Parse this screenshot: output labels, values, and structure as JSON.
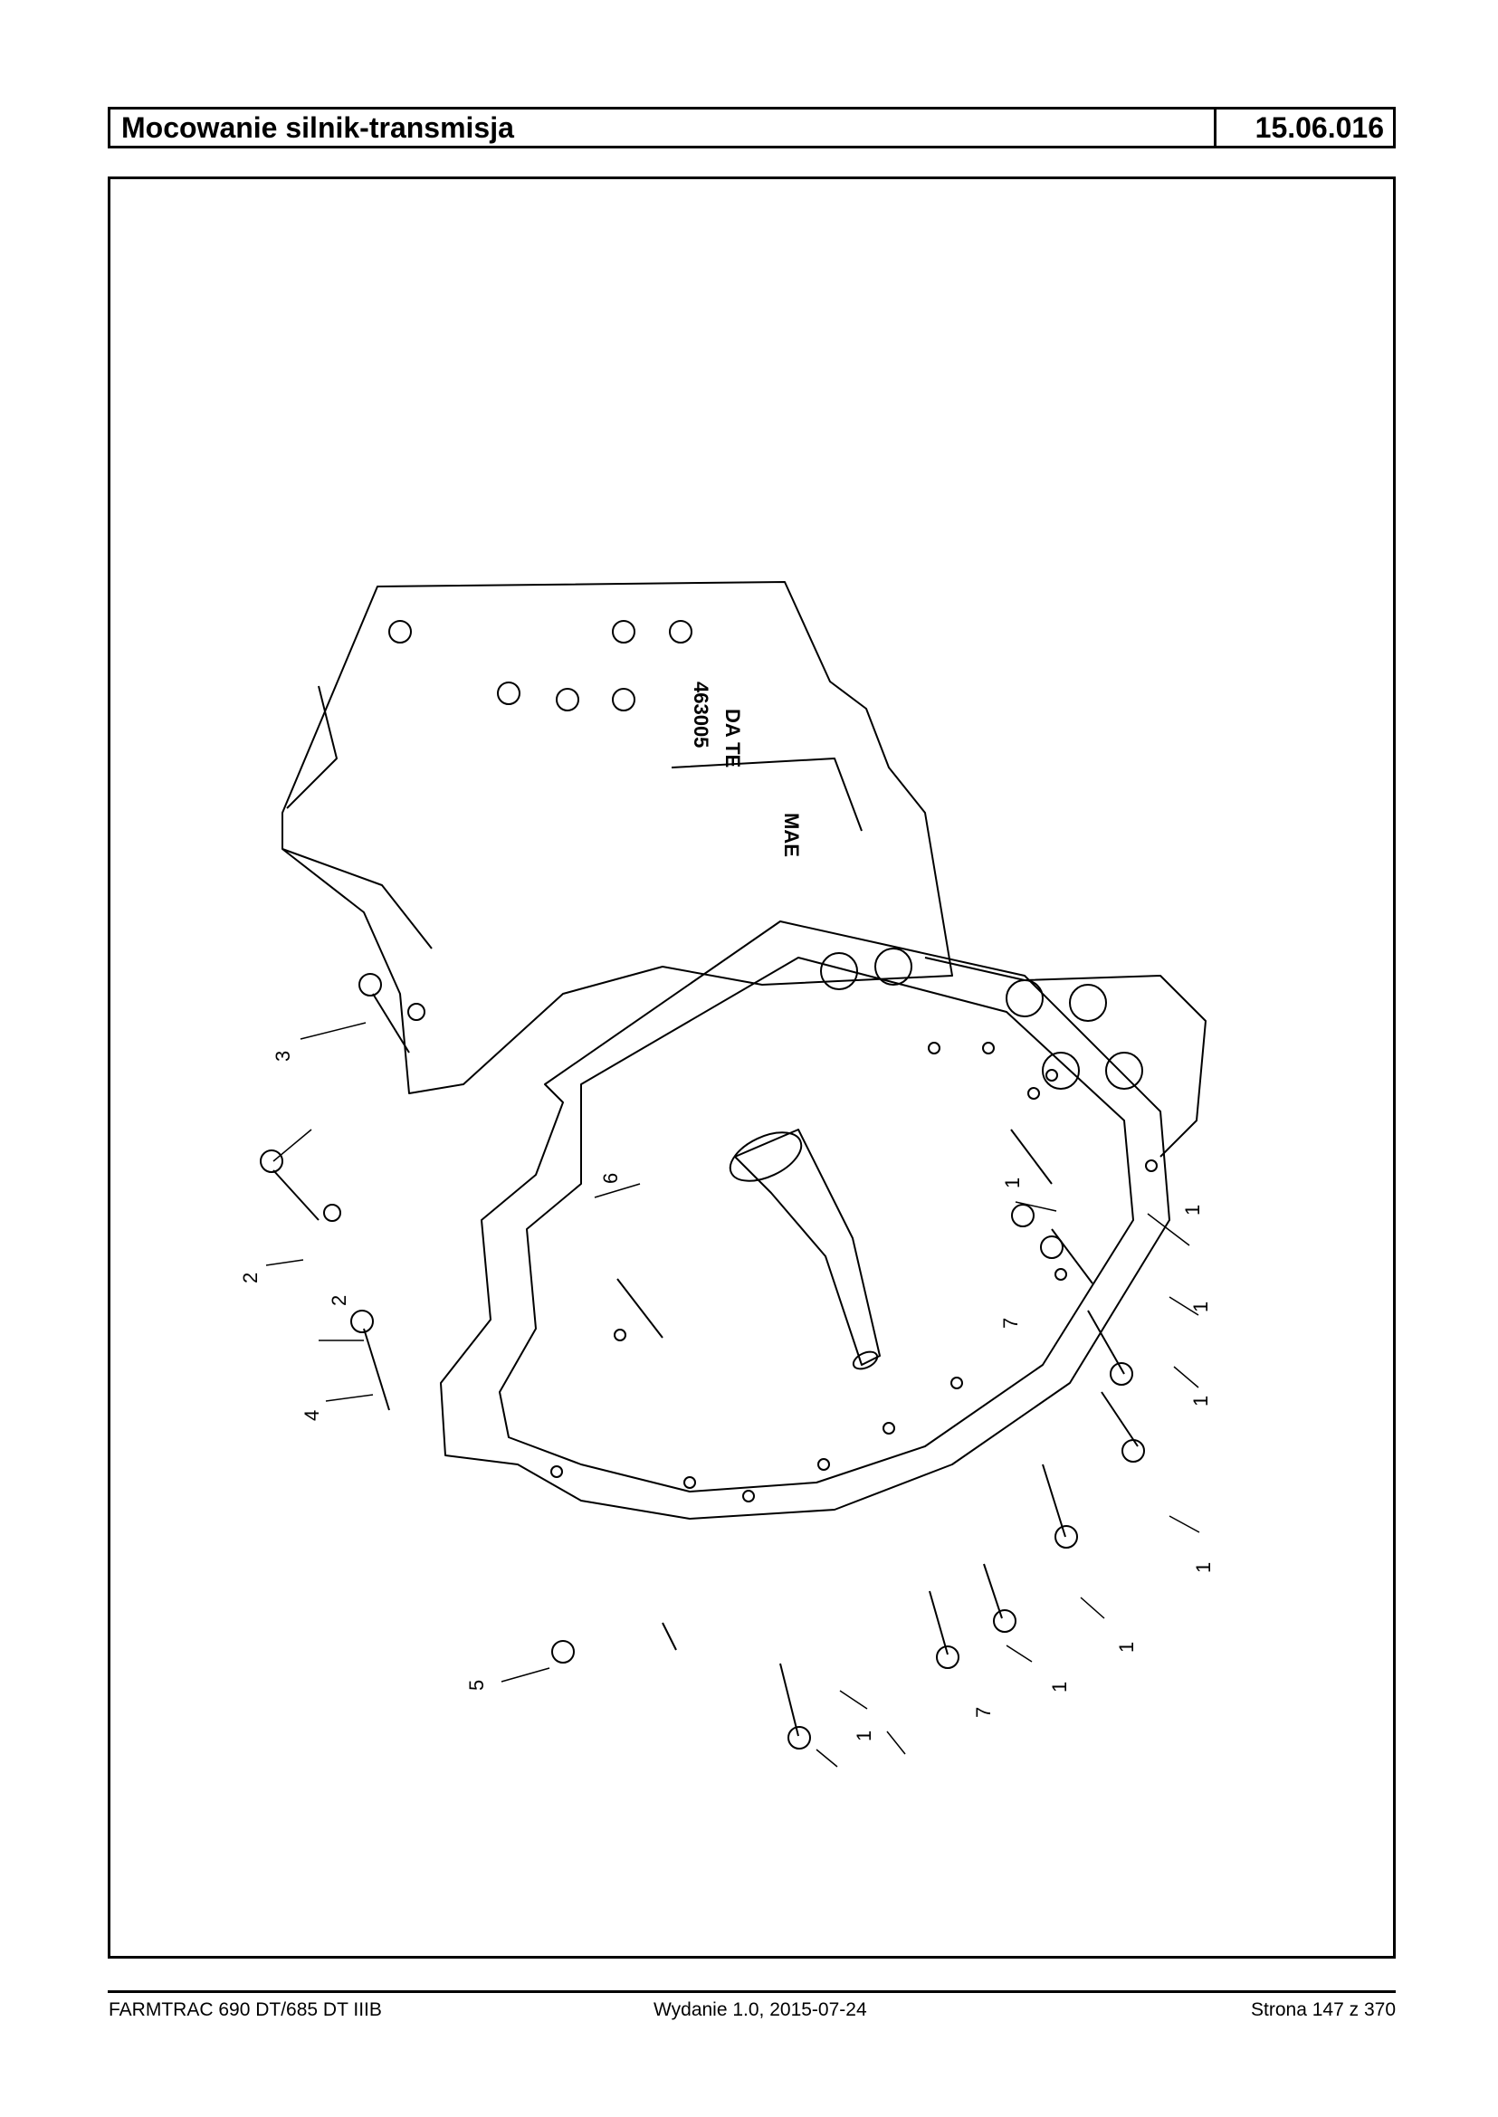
{
  "header": {
    "title": "Mocowanie silnik-transmisja",
    "code": "15.06.016"
  },
  "figure": {
    "housing_text": "463005",
    "housing_text2": "DA TE",
    "housing_logo": "MAE",
    "callouts": [
      "1",
      "1",
      "1",
      "1",
      "1",
      "1",
      "1",
      "1",
      "2",
      "2",
      "3",
      "4",
      "5",
      "6",
      "7",
      "7"
    ]
  },
  "footer": {
    "left": "FARMTRAC 690 DT/685 DT IIIB",
    "center": "Wydanie 1.0,  2015-07-24",
    "right": "Strona 147 z 370"
  }
}
